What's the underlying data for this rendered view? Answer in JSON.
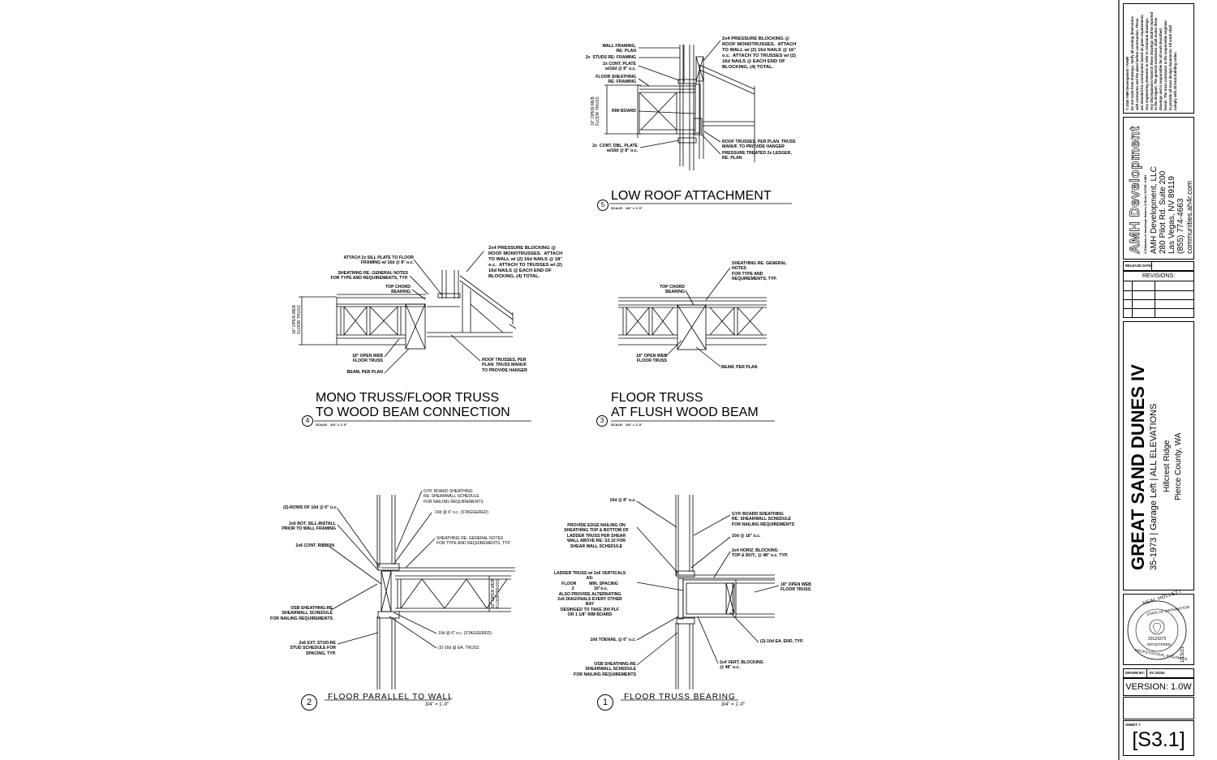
{
  "details": {
    "d5": {
      "number": "5",
      "title": "LOW ROOF ATTACHMENT",
      "scale": "SCALE:   3/4\" = 1'-0\"",
      "labels": {
        "wall_framing": "WALL FRAMING,\nRE: PLAN",
        "studs": "2x  STUDS RE: FRAMING",
        "cont_plate": "2x CONT. PLATE\nw/16d @ 8\" o.c.",
        "floor_sheathing": "FLOOR SHEATHING\nRE: FRAMING",
        "open_web": "18\" OPEN WEB\nFLOOR TRUSS",
        "rim_board": "RIM BOARD",
        "dbl_plate": "2x  CONT. DBL. PLATE\nw/16d @ 8\" o.c.",
        "blocking": "2x4 PRESSURE BLOCKING @\nROOF MONOTRUSSES.  ATTACH\nTO WALL w/ (2) 16d NAILS @ 16\"\no.c.  ATTACH TO TRUSSES w/ (2)\n16d NAILS @ EACH END OF\nBLOCKING, (4) TOTAL.",
        "roof_trusses": "ROOF TRUSSES, PER PLAN. TRUSS\nMANUF. TO PROVIDE HANGER",
        "ledger": "PRESSURE TREATED 2x LEDGER,\nRE: PLAN"
      }
    },
    "d4": {
      "number": "4",
      "title": "MONO TRUSS/FLOOR TRUSS\nTO WOOD BEAM CONNECTION",
      "scale": "SCALE:   3/4\" = 1'-0\"",
      "labels": {
        "sill": "ATTACH 2x SILL PLATE TO FLOOR\nFRAMING w/ 16d @ 8\" o.c.",
        "sheathing": "SHEATHING RE: GENERAL NOTES\nFOR TYPE AND REQUIREMENTS, TYP.",
        "top_chord": "TOP CHORD\nBEARING",
        "open_web_v": "18\" OPEN WEB\nFLOOR TRUSS",
        "open_web": "18\" OPEN WEB\nFLOOR TRUSS",
        "beam": "BEAM, PER PLAN",
        "blocking": "2x4 PRESSURE BLOCKING @\nROOF MONOTRUSSES.  ATTACH\nTO WALL w/ (2) 16d NAILS @ 18\"\no.c.  ATTACH TO TRUSSES w/ (2)\n16d NAILS @ EACH END OF\nBLOCKING, (4) TOTAL.",
        "roof_trusses": "ROOF TRUSSES, PER\nPLAN. TRUSS MANUF.\nTO PROVIDE HANGER"
      }
    },
    "d3": {
      "number": "3",
      "title": "FLOOR TRUSS\nAT FLUSH WOOD BEAM",
      "scale": "SCALE:   3/4\" = 1'-0\"",
      "labels": {
        "sheathing": "SHEATHING RE: GENERAL\nNOTES\nFOR TYPE AND\nREQUIREMENTS, TYP.",
        "top_chord": "TOP CHORD\nBEARING",
        "open_web": "18\" OPEN WEB\nFLOOR TRUSS",
        "beam": "BEAM, PER PLAN"
      }
    },
    "d2": {
      "number": "2",
      "title": "FLOOR PARALLEL TO WALL",
      "scale": "3/4\" = 1'-0\"",
      "labels": {
        "rows": "(2)-ROWS OF 10d @ 6\" o.c.",
        "bot_sill": "2x6 BOT. SILL-INSTALL\nPRIOR TO WALL FRAMING",
        "ribbon": "2x6 CONT. RIBBON",
        "osb": "OSB SHEATHING-RE\nSHEARWALL SCHEDULE\nFOR NAILING REQUIREMENTS",
        "ext_stud": "2x6 EXT. STUD-RE\nSTUD SCHEDULE FOR\nSPACING, TYP.",
        "gyp": "GYP. BOARD SHEATHING\nRE: SHEARWALL SCHEDULE\nFOR NAILING REQUIREMENTS",
        "tend_top": "10d @ 6\" o.c. (STAGGERED)",
        "sheathing": "SHEATHING RE: GENERAL NOTES\nFOR TYPE AND REQUIREMENTS, TYP.",
        "open_web_v": "18\" OPEN WEB\nFLOOR TRUSS",
        "tend_bot": "10d @ 6\" o.c. (STAGGERED)",
        "sixteen": "(2)-16d @ EA. TRUSS"
      }
    },
    "d1": {
      "number": "1",
      "title": "FLOOR TRUSS BEARING",
      "scale": "3/4\" = 1'-0\"",
      "labels": {
        "tend": "10d @ 8\" o.c.",
        "edge": "PROVIDE EDGE NAILING ON\nSHEATHING TOP & BOTTOM OF\nLADDER TRUSS PER SHEAR\nWALL ABOVE RE: S3.10 FOR\nSHEAR WALL SCHEDULE",
        "ladder": "LADDER TRUSS w/ 2x6 VERTICALS\nAS:\nFLOOR           MIN. SPACING\n2                 16\"o.c.\nALSO PROVIDE ALTERNATING\n2x6 DIAGONALS EVERY OTHER\nBAY\nDESINGED TO TAKE 300 PLF\nOR 1 1/8\" RIM BOARD",
        "toenail": "10d TOENAIL @ 6\" o.c.",
        "osb": "OSB SHEATHING-RE\nSHEARWALL SCHEDULE\nFOR NAILING REQUIREMENTS",
        "gyp": "GYP. BOARD SHEATHING\nRE: SHEARWALL SCHEDULE\nFOR NAILING REQUIREMENTS",
        "tend16": "10d @ 16\" o.c.",
        "horiz": "2x4 HORIZ. BLOCKING\nTOP & BOT., @ 48\" o.c. TYP.",
        "open_web": "18\" OPEN WEB\nFLOOR TRUSS",
        "ea_end": "(2)-10d EA. END, TYP.",
        "vert_block": "2x4 VERT. BLOCKING\n@ 48\" o.c."
      }
    }
  },
  "title_block": {
    "copyright": "© 2020 AMH Development / AH4R\nDo not scale from drawings. Verify all existing dimensions\nwith contractor and the plans before construction. These\nare intended for construction based on given requirements.\nAny engineering elements to refer to structural drawings.\nAny discrepancies found in these drawings shall be reported\nto the designer. The general contractor shall review these\ndrawings and is responsible for all work described\nherein. The truss contractor is the responsible engineer\nto provide all truss design documents. All work shall\ncomply with all local building codes.",
    "company_logo": "AMH Development",
    "company_tagline": "A Division of American Homes 4 Rent | NYSE: AMH",
    "company_name": "AMH Development, LLC",
    "address1": "280 Pilot Rd. Suite 200",
    "address2": "Las Vegas, NV 89119",
    "phone": "(855) 774-4663",
    "web": "communities.ah4r.com",
    "release_date_label": "RELEASE DATE:",
    "revisions_label": "REVISIONS:",
    "project_name": "GREAT SAND DUNES IV",
    "plan_line": "35-1973 | Garage Left | ALL ELEVATIONS",
    "community": "Hillcrest Ridge",
    "county": "Pierce County, WA",
    "seal_name": "NEAL HOLLETT",
    "seal_state": "STATE OF WASHINGTON",
    "seal_number": "20123375",
    "seal_registered": "REGISTERED",
    "seal_prof": "PROFESSIONAL ENGINEER",
    "seal_date": "1/15/21",
    "drawn_by_label": "DRAWN BY:",
    "drawn_by": "EV 20254",
    "version": "VERSION: 1.0W",
    "sheet_label": "SHEET #",
    "sheet_number": "[S3.1]"
  }
}
